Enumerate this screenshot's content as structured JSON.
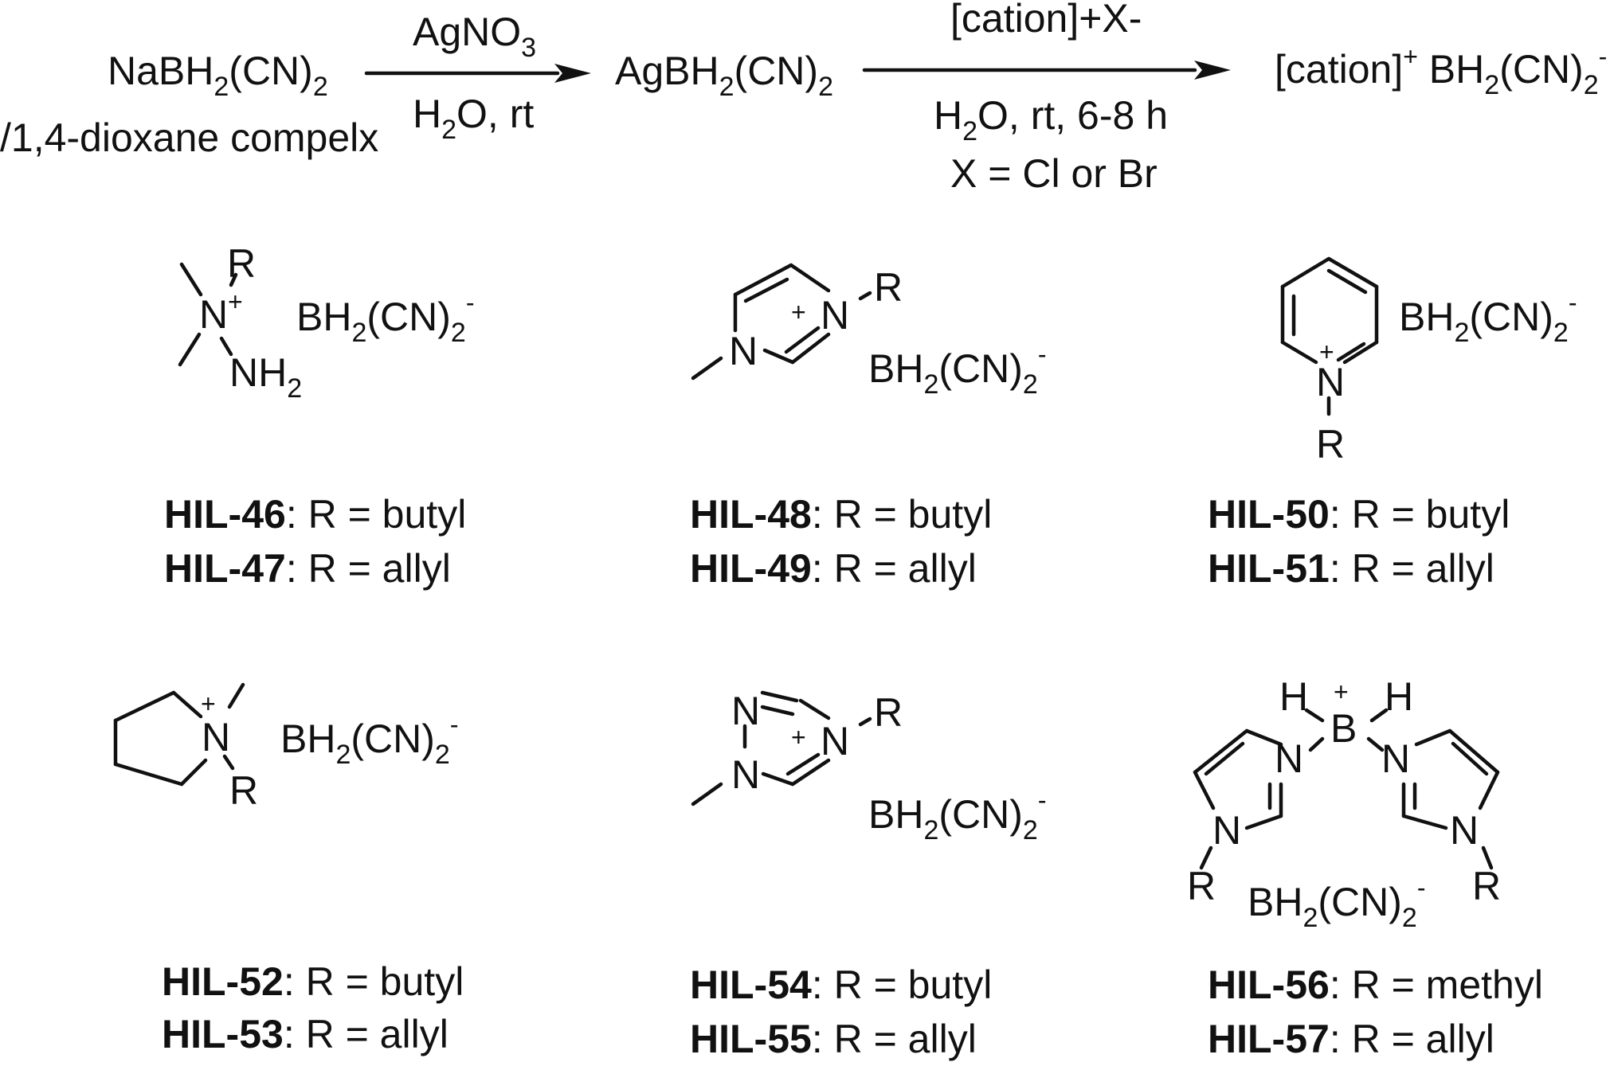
{
  "reaction": {
    "reactant_line1": [
      "NaBH",
      "2",
      "(CN)",
      "2"
    ],
    "reactant_line2": "/1,4-dioxane compelx",
    "step1_reagent": [
      "AgNO",
      "3"
    ],
    "step1_conditions": [
      "H",
      "2",
      "O, rt"
    ],
    "intermediate": [
      "AgBH",
      "2",
      "(CN)",
      "2"
    ],
    "step2_reagent": "[cation]+X-",
    "step2_conditions_line1": [
      "H",
      "2",
      "O, rt, 6-8 h"
    ],
    "step2_conditions_line2": "X = Cl or Br",
    "product": [
      "[cation]",
      "+",
      " BH",
      "2",
      "(CN)",
      "2",
      "-"
    ]
  },
  "anion": [
    "BH",
    "2",
    "(CN)",
    "2",
    "-"
  ],
  "atoms": {
    "R": "R",
    "N": "N",
    "B": "B",
    "H": "H",
    "plus": "+",
    "NH2": [
      "NH",
      "2"
    ]
  },
  "compounds": [
    {
      "id": "HIL-46",
      "r": ": R = butyl"
    },
    {
      "id": "HIL-47",
      "r": ": R = allyl"
    },
    {
      "id": "HIL-48",
      "r": ": R = butyl"
    },
    {
      "id": "HIL-49",
      "r": ": R = allyl"
    },
    {
      "id": "HIL-50",
      "r": ": R = butyl"
    },
    {
      "id": "HIL-51",
      "r": ": R = allyl"
    },
    {
      "id": "HIL-52",
      "r": ": R = butyl"
    },
    {
      "id": "HIL-53",
      "r": ": R = allyl"
    },
    {
      "id": "HIL-54",
      "r": ": R = butyl"
    },
    {
      "id": "HIL-55",
      "r": ": R = allyl"
    },
    {
      "id": "HIL-56",
      "r": ": R = methyl"
    },
    {
      "id": "HIL-57",
      "r": ": R = allyl"
    }
  ]
}
